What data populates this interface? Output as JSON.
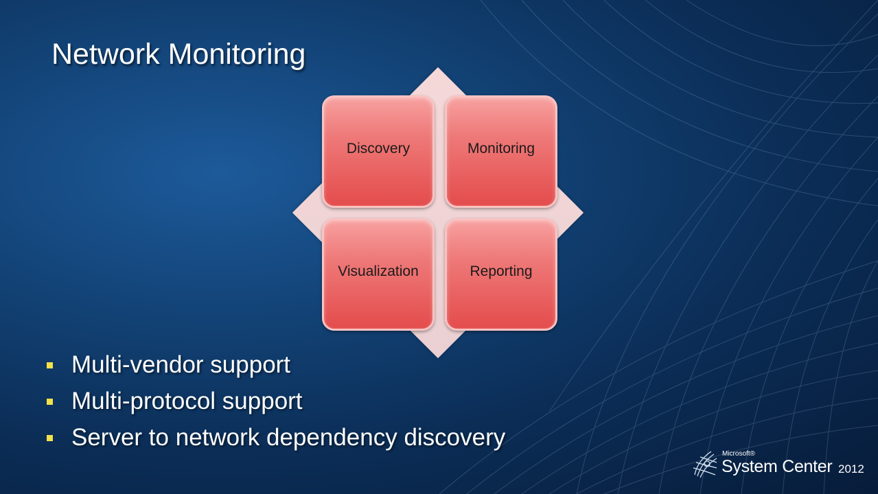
{
  "slide": {
    "title": "Network Monitoring",
    "matrix": {
      "cells": [
        {
          "label": "Discovery"
        },
        {
          "label": "Monitoring"
        },
        {
          "label": "Visualization"
        },
        {
          "label": "Reporting"
        }
      ]
    },
    "bullets": [
      "Multi-vendor support",
      "Multi-protocol support",
      "Server to network dependency discovery"
    ],
    "logo": {
      "brand": "Microsoft®",
      "product": "System Center",
      "year": "2012"
    }
  },
  "colors": {
    "background": "#0f3a6b",
    "cell_fill": "#ee7a79",
    "diamond_fill": "#f5d8d8",
    "bullet_marker": "#f2e24a",
    "text": "#ffffff"
  }
}
